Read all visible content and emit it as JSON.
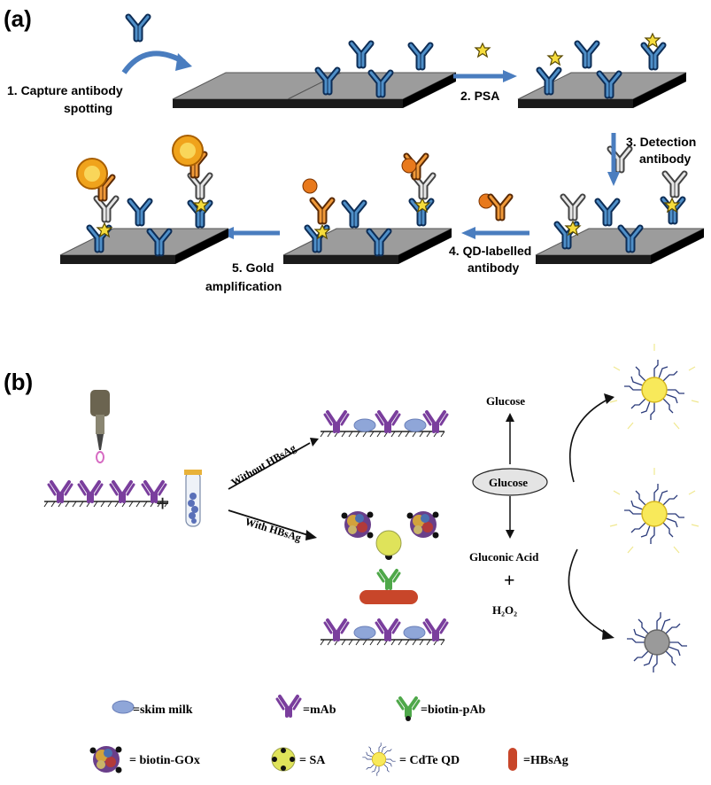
{
  "panel_a": {
    "label": "(a)",
    "steps": {
      "s1_line1": "1. Capture antibody",
      "s1_line2": "spotting",
      "s2": "2. PSA",
      "s3_line1": "3. Detection",
      "s3_line2": "antibody",
      "s4_line1": "4. QD-labelled",
      "s4_line2": "antibody",
      "s5_line1": "5. Gold",
      "s5_line2": "amplification"
    }
  },
  "panel_b": {
    "label": "(b)",
    "without": "Without HBsAg",
    "with": "With HBsAg",
    "glucose_top": "Glucose",
    "glucose_oval": "Glucose",
    "gluconic": "Gluconic Acid",
    "plus1": "+",
    "plus2": "+",
    "h2o2": "H₂O₂"
  },
  "legend": {
    "skim_milk": "=skim milk",
    "mab": "=mAb",
    "biotin_pab": "=biotin-pAb",
    "biotin_gox": "= biotin-GOx",
    "sa": "= SA",
    "cdte_qd": "= CdTe QD",
    "hbsag": "=HBsAg"
  },
  "colors": {
    "slide_top": "#9a9a9a",
    "slide_side": "#1a1a1a",
    "antibody_blue": "#1d4f8a",
    "antibody_light": "#7fb4dc",
    "arrow_blue": "#4a7dbf",
    "mab_purple": "#7a3e9d",
    "pab_green": "#4fa84a",
    "hbsag_red": "#c8462a",
    "sa_yellow": "#dfe35a",
    "qd_yellow": "#f3e65a",
    "gold_orange": "#e8a21c"
  }
}
